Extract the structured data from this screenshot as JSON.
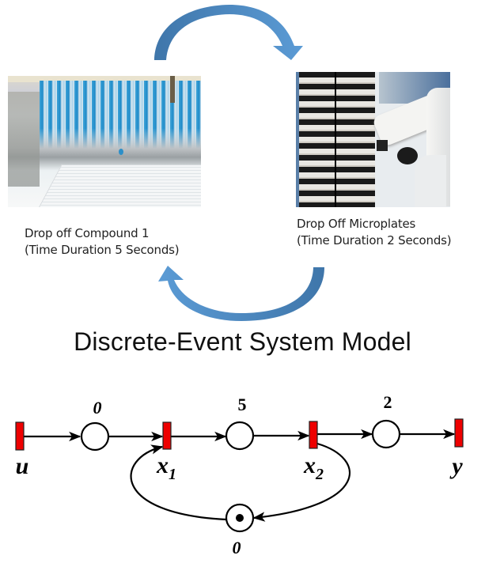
{
  "top_section": {
    "steps": [
      {
        "image_alt": "pipette tips dispensing blue liquid into microplate",
        "caption_line1": "Drop off Compound 1",
        "caption_line2": "(Time Duration 5 Seconds)",
        "duration_seconds": 5
      },
      {
        "image_alt": "robot arm at microplate stacker",
        "caption_line1": "Drop Off Microplates",
        "caption_line2": "(Time Duration 2 Seconds)",
        "duration_seconds": 2
      }
    ],
    "arrow_colors": {
      "dark": "#3f76aa",
      "light": "#5b9bd5"
    }
  },
  "title": "Discrete-Event System Model",
  "petri_net": {
    "transitions": [
      {
        "id": "u",
        "label": "u",
        "subscript": ""
      },
      {
        "id": "x1",
        "label": "x",
        "subscript": "1"
      },
      {
        "id": "x2",
        "label": "x",
        "subscript": "2"
      },
      {
        "id": "y",
        "label": "y",
        "subscript": ""
      }
    ],
    "places": [
      {
        "id": "p_u_x1",
        "hold_time": "0",
        "tokens": 0
      },
      {
        "id": "p_x1_x2",
        "hold_time": "5",
        "tokens": 0
      },
      {
        "id": "p_x2_y",
        "hold_time": "2",
        "tokens": 0
      },
      {
        "id": "p_x2_x1_feedback",
        "hold_time": "0",
        "tokens": 1
      }
    ],
    "arcs": [
      {
        "from": "u",
        "to": "p_u_x1"
      },
      {
        "from": "p_u_x1",
        "to": "x1"
      },
      {
        "from": "x1",
        "to": "p_x1_x2"
      },
      {
        "from": "p_x1_x2",
        "to": "x2"
      },
      {
        "from": "x2",
        "to": "p_x2_y"
      },
      {
        "from": "p_x2_y",
        "to": "y"
      },
      {
        "from": "x2",
        "to": "p_x2_x1_feedback"
      },
      {
        "from": "p_x2_x1_feedback",
        "to": "x1"
      }
    ],
    "transition_color": "#ee0000"
  }
}
